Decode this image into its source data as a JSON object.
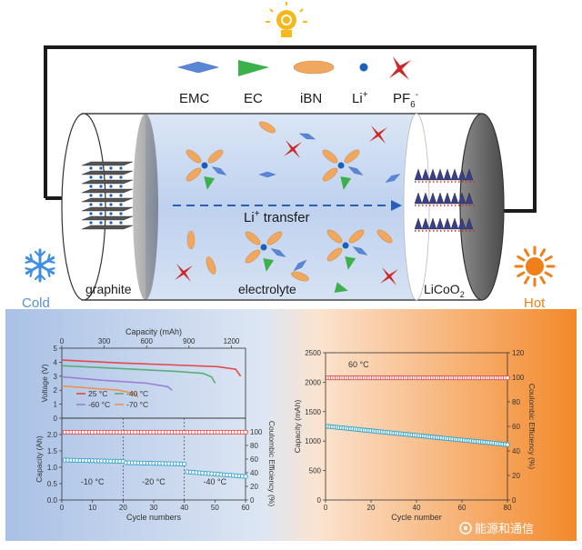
{
  "legend": {
    "emc": "EMC",
    "ec": "EC",
    "ibn": "iBN",
    "li_base": "Li",
    "li_sup": "+",
    "pf_base": "PF",
    "pf_sub": "6",
    "pf_sup": "-"
  },
  "battery": {
    "anode_label": "graphite",
    "electrolyte_label": "electrolyte",
    "cathode_base": "LiCoO",
    "cathode_sub": "2",
    "transfer_base": "Li",
    "transfer_sup": "+",
    "transfer_rest": " transfer"
  },
  "temps": {
    "cold_label": "Cold",
    "hot_label": "Hot"
  },
  "colors": {
    "cold_blue": "#5b8fd6",
    "hot_orange": "#f07f1a",
    "emc": "#5a86d6",
    "ec": "#3cb04a",
    "ibn": "#f0a860",
    "li": "#1b5fb8",
    "pf6": "#cc2a2a",
    "capacity_series": "#2a9fc6",
    "ce_series": "#e04a4a"
  },
  "watermark": "能源和通信",
  "chart_data": [
    {
      "type": "line",
      "title": "",
      "xlabel": "Capacity (mAh)",
      "ylabel": "Voltage (V)",
      "xlim": [
        0,
        1300
      ],
      "ylim": [
        0,
        5
      ],
      "xticks": [
        0,
        300,
        600,
        900,
        1200
      ],
      "yticks": [
        0,
        1,
        2,
        3,
        4,
        5
      ],
      "legend": "inside",
      "series": [
        {
          "name": "25 °C",
          "color": "#e04a4a",
          "points": [
            [
              0,
              4.15
            ],
            [
              400,
              3.95
            ],
            [
              800,
              3.8
            ],
            [
              1100,
              3.68
            ],
            [
              1230,
              3.5
            ],
            [
              1265,
              3.0
            ]
          ]
        },
        {
          "name": "-40 °C",
          "color": "#5aad78",
          "points": [
            [
              0,
              3.75
            ],
            [
              400,
              3.55
            ],
            [
              800,
              3.35
            ],
            [
              1000,
              3.2
            ],
            [
              1060,
              2.95
            ],
            [
              1085,
              2.5
            ]
          ]
        },
        {
          "name": "-60 °C",
          "color": "#9b7fd4",
          "points": [
            [
              0,
              2.95
            ],
            [
              300,
              2.7
            ],
            [
              600,
              2.5
            ],
            [
              750,
              2.25
            ],
            [
              780,
              2.0
            ]
          ]
        },
        {
          "name": "-70 °C",
          "color": "#f09050",
          "points": [
            [
              0,
              2.3
            ],
            [
              200,
              2.15
            ],
            [
              400,
              2.0
            ],
            [
              520,
              1.75
            ],
            [
              540,
              1.5
            ]
          ]
        }
      ]
    },
    {
      "type": "scatter",
      "title": "",
      "xlabel": "Cycle numbers",
      "ylabel": "Capacity (Ah)",
      "ylabel_right": "Coulombic Efficiency (%)",
      "xlim": [
        0,
        60
      ],
      "ylim": [
        0,
        2.5
      ],
      "ylim_right": [
        0,
        120
      ],
      "xticks": [
        0,
        10,
        20,
        30,
        40,
        50,
        60
      ],
      "yticks": [
        0.0,
        0.5,
        1.0,
        1.5,
        2.0
      ],
      "yticks_right": [
        0,
        20,
        40,
        60,
        80,
        100
      ],
      "annotations": [
        "-10 °C",
        "-20 °C",
        "-40 °C"
      ],
      "segments": [
        {
          "label": "-10 °C",
          "x_start": 1,
          "x_end": 20,
          "capacity_start": 1.22,
          "capacity_end": 1.18
        },
        {
          "label": "-20 °C",
          "x_start": 21,
          "x_end": 40,
          "capacity_start": 1.14,
          "capacity_end": 1.1
        },
        {
          "label": "-40 °C",
          "x_start": 41,
          "x_end": 60,
          "capacity_start": 0.86,
          "capacity_end": 0.72
        }
      ],
      "ce_value": 99.5
    },
    {
      "type": "scatter",
      "title": "",
      "xlabel": "Cycle number",
      "ylabel": "Capacity (mAh)",
      "ylabel_right": "Coulombic Efficiency (%)",
      "xlim": [
        0,
        80
      ],
      "ylim": [
        0,
        2500
      ],
      "ylim_right": [
        0,
        120
      ],
      "xticks": [
        0,
        20,
        40,
        60,
        80
      ],
      "yticks": [
        0,
        500,
        1000,
        1500,
        2000,
        2500
      ],
      "yticks_right": [
        0,
        20,
        40,
        60,
        80,
        100,
        120
      ],
      "annotations": [
        "60 °C"
      ],
      "capacity_start": 1250,
      "capacity_end": 940,
      "ce_value": 99.5
    }
  ]
}
